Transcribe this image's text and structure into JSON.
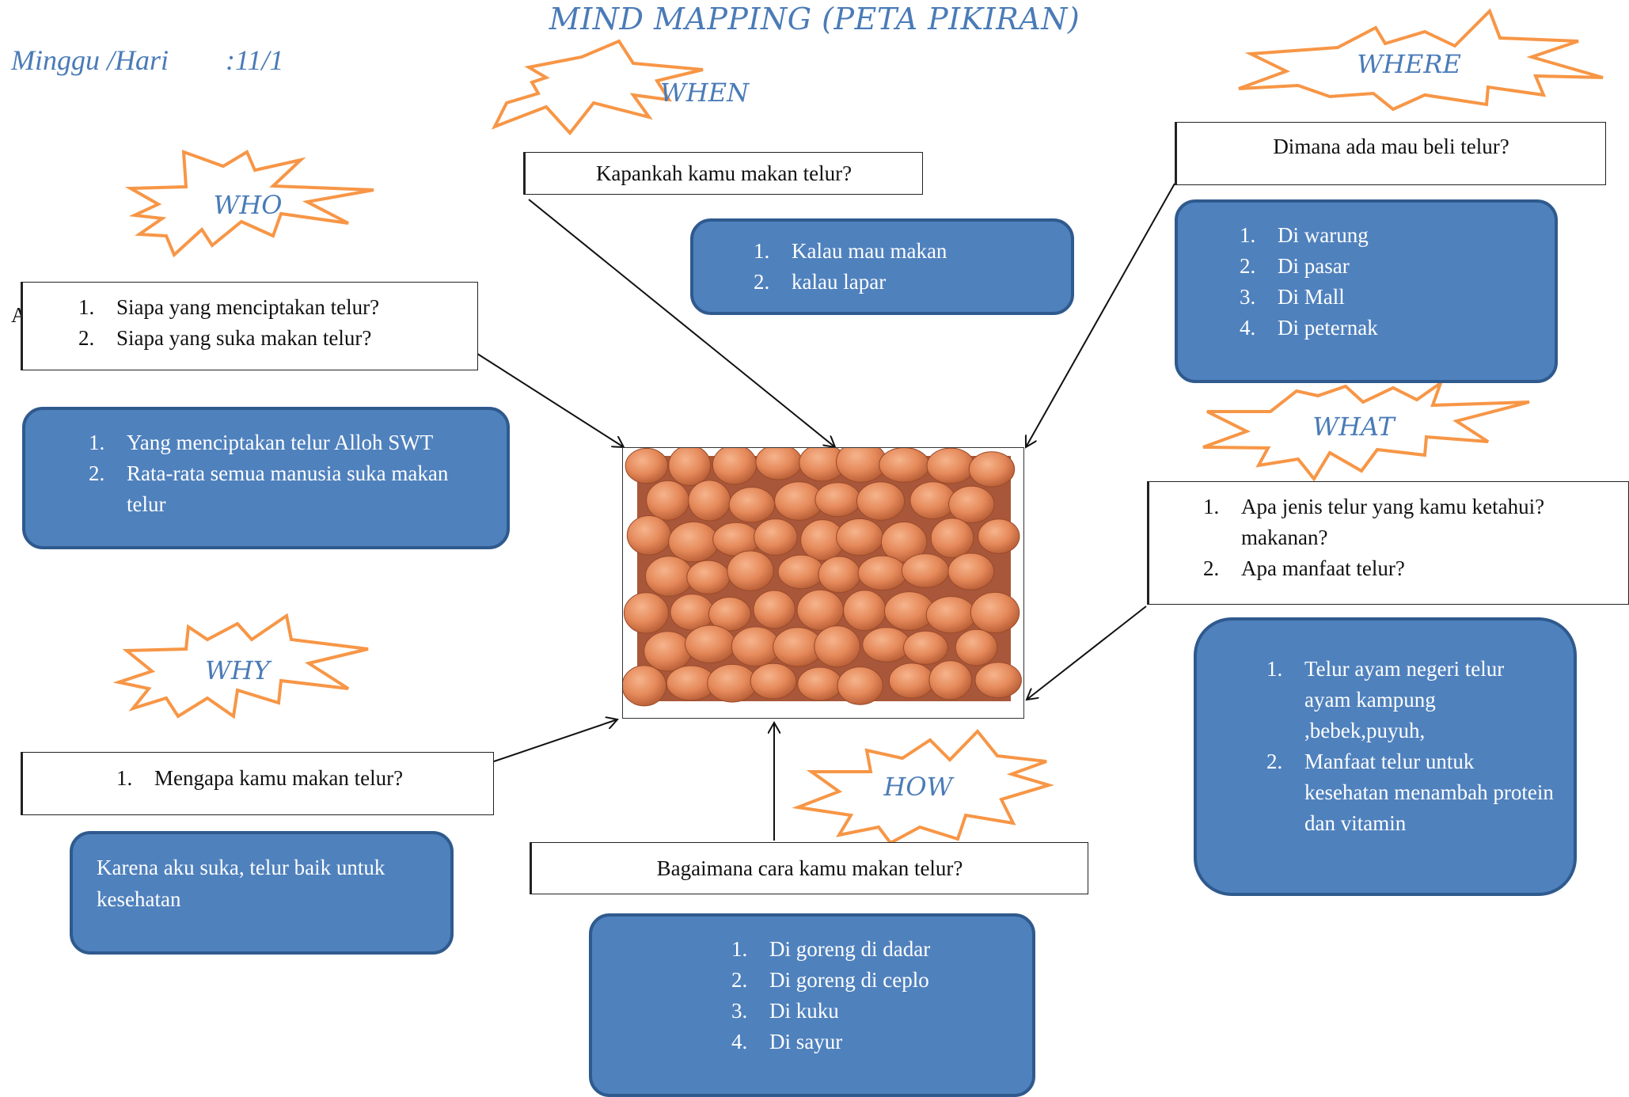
{
  "title": "MIND MAPPING (PETA PIKIRAN)",
  "week_label": "Minggu /Hari        :11/1",
  "stray_letter": "A",
  "colors": {
    "answer_fill": "#4f81bd",
    "answer_border": "#2f5a8e",
    "burst": "#f79646",
    "heading_text": "#4a7bb7"
  },
  "center_image": "eggs-photo",
  "who": {
    "label": "WHO",
    "questions": [
      "Siapa yang menciptakan telur?",
      "Siapa yang  suka makan telur?"
    ],
    "answers": [
      "Yang menciptakan telur Alloh SWT",
      "Rata-rata semua manusia suka makan telur"
    ]
  },
  "when": {
    "label": "WHEN",
    "question": "Kapankah kamu makan telur?",
    "answers": [
      "Kalau mau makan",
      "kalau lapar"
    ]
  },
  "where": {
    "label": "WHERE",
    "question": "Dimana ada  mau beli telur?",
    "answers": [
      "Di warung",
      "Di pasar",
      "Di Mall",
      "Di peternak"
    ]
  },
  "what": {
    "label": "WHAT",
    "questions": [
      "Apa jenis telur yang kamu ketahui? makanan?",
      "Apa manfaat telur?"
    ],
    "answers": [
      "Telur ayam negeri telur ayam kampung ,bebek,puyuh,",
      "Manfaat telur untuk kesehatan menambah protein dan vitamin"
    ]
  },
  "why": {
    "label": "WHY",
    "questions": [
      "Mengapa kamu makan telur?"
    ],
    "answer": "Karena aku suka, telur baik untuk kesehatan"
  },
  "how": {
    "label": "HOW",
    "question": "Bagaimana cara kamu makan  telur?",
    "answers": [
      "Di goreng di dadar",
      "Di goreng di ceplo",
      "Di kuku",
      "Di sayur"
    ]
  }
}
